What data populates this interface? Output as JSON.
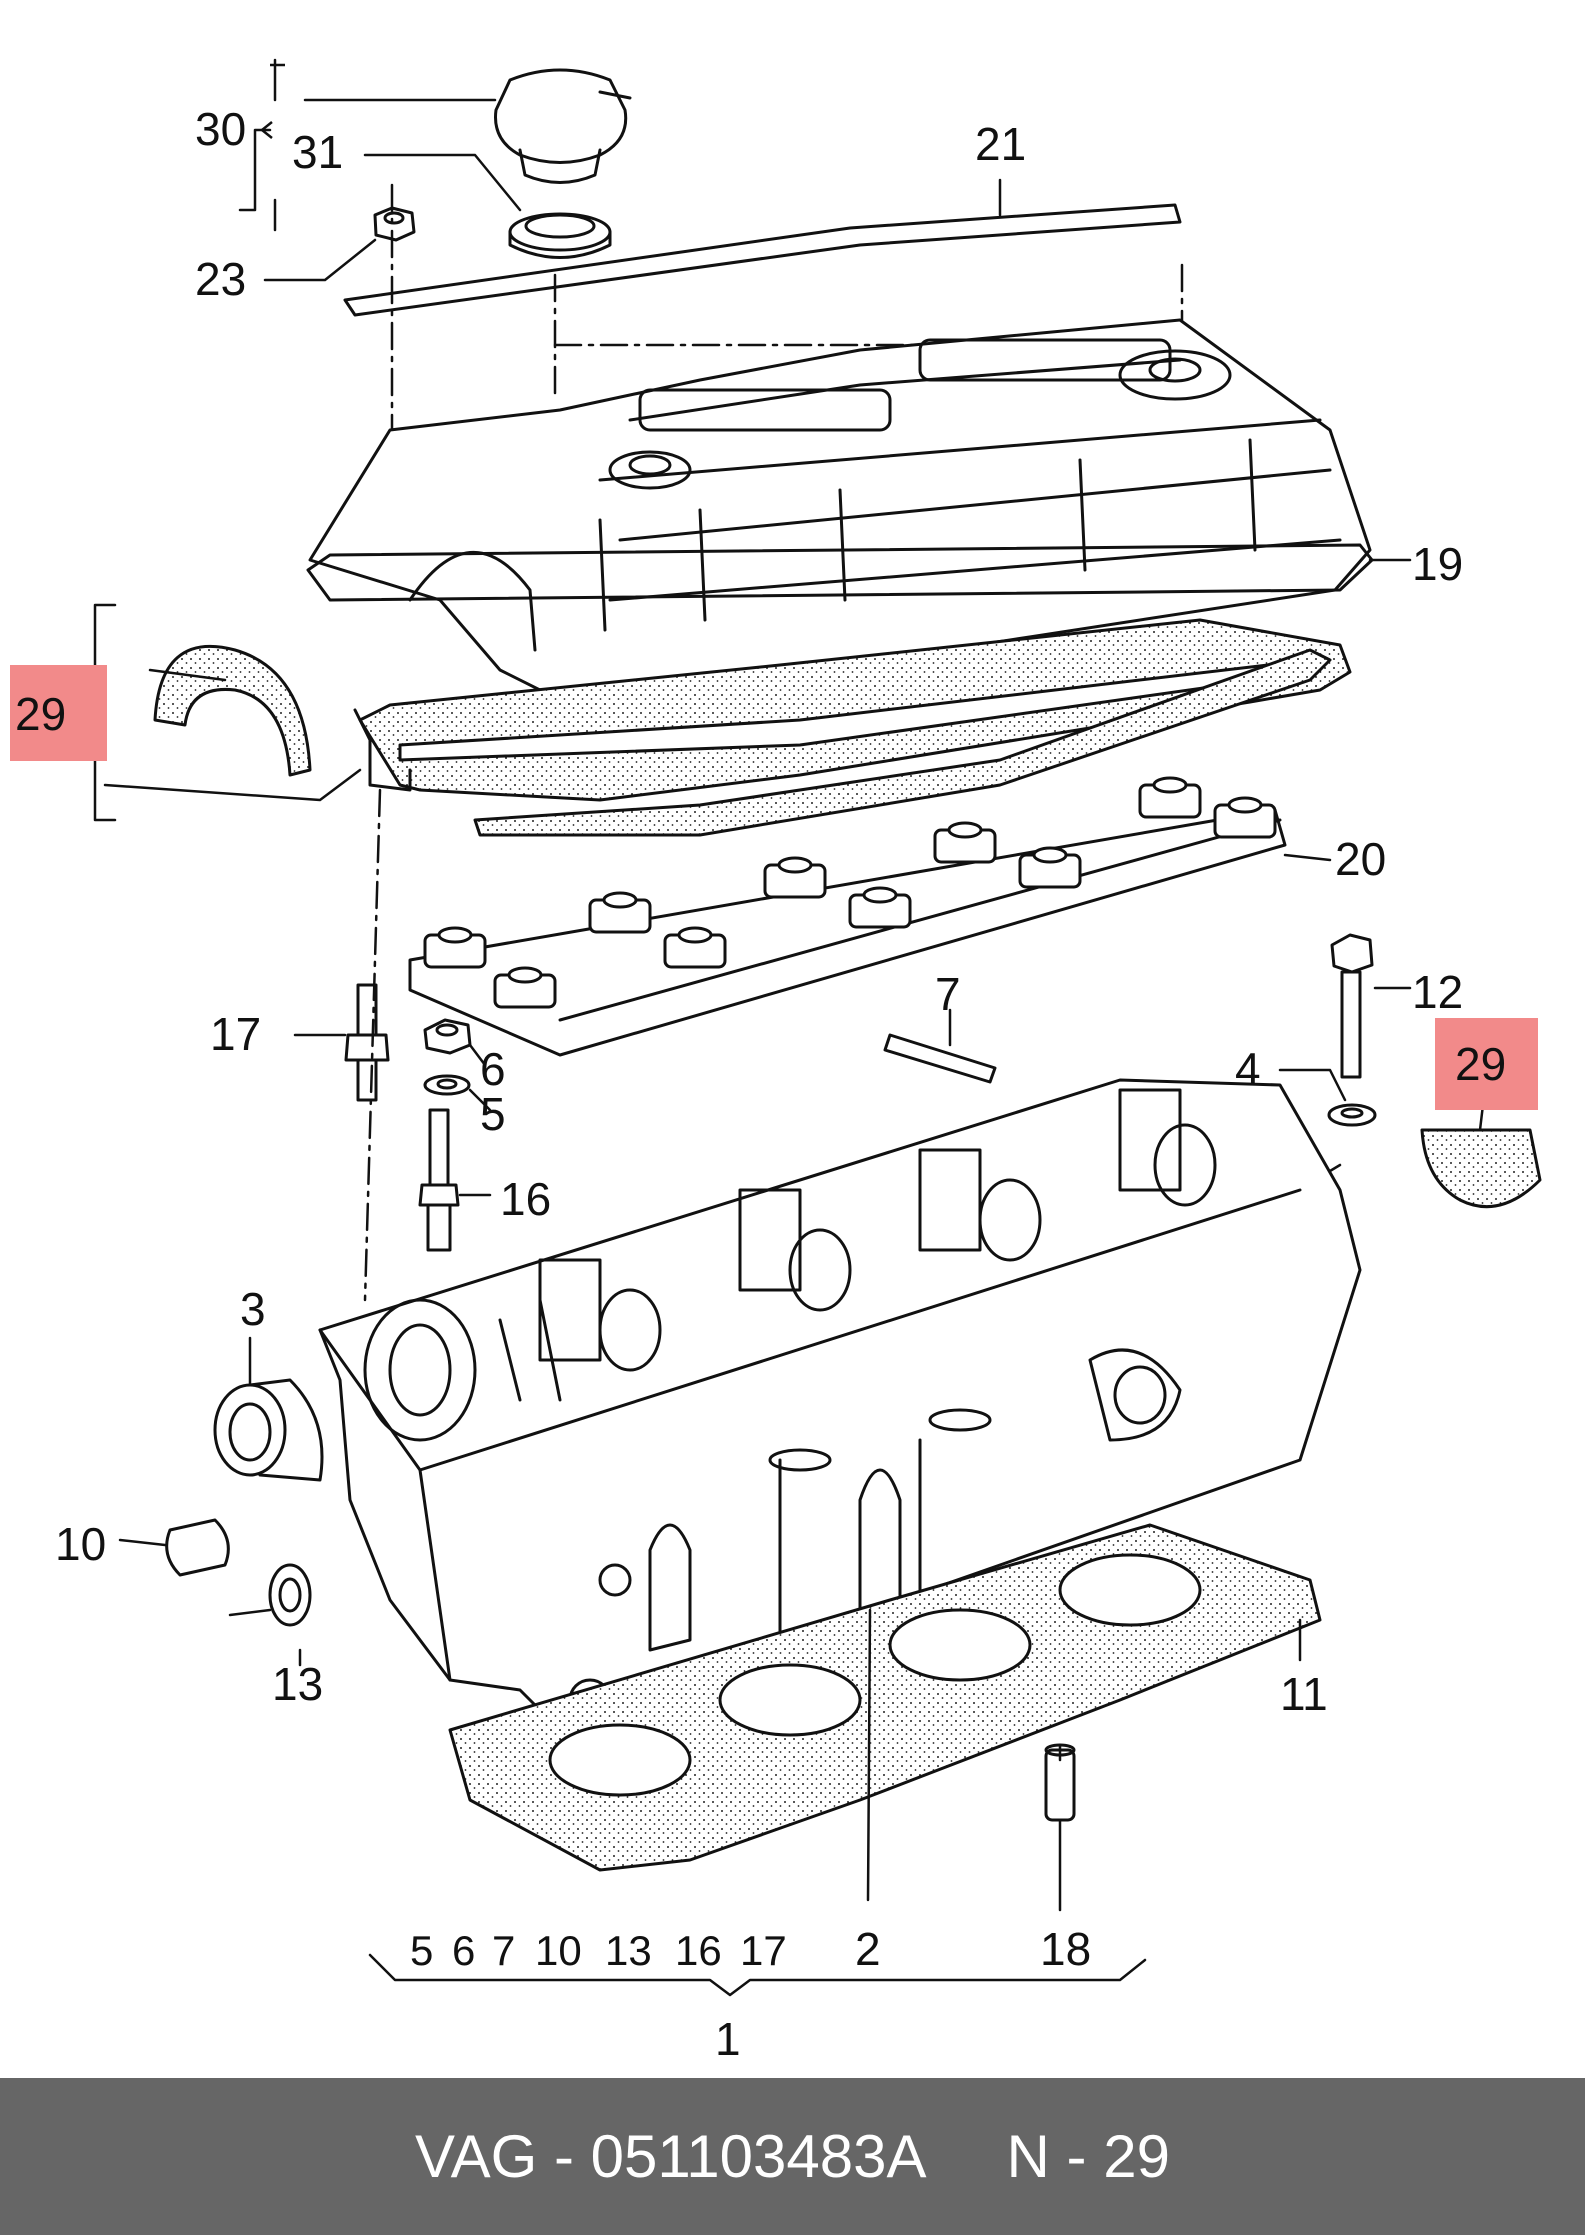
{
  "diagram": {
    "callouts": {
      "c30": "30",
      "c31": "31",
      "c21": "21",
      "c23": "23",
      "c19": "19",
      "c29a": "29",
      "c20": "20",
      "c17": "17",
      "c6": "6",
      "c5": "5",
      "c7": "7",
      "c12": "12",
      "c4": "4",
      "c29b": "29",
      "c16": "16",
      "c3": "3",
      "c10": "10",
      "c13": "13",
      "c11": "11",
      "c2": "2",
      "c18": "18",
      "c1": "1"
    },
    "group_list": [
      "5",
      "6",
      "7",
      "10",
      "13",
      "16",
      "17"
    ],
    "highlight_color": "#f28a8a"
  },
  "footer": {
    "brand": "VAG",
    "dash1": "-",
    "part_number": "051103483A",
    "ref_label": "N",
    "dash2": "-",
    "ref_value": "29"
  }
}
